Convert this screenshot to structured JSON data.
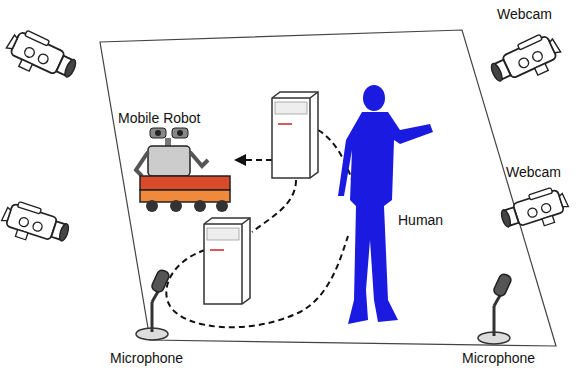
{
  "diagram": {
    "labels": [
      "Webcam",
      "Mobile Robot",
      "Webcam",
      "Human",
      "Microphone",
      "Microphone"
    ]
  }
}
